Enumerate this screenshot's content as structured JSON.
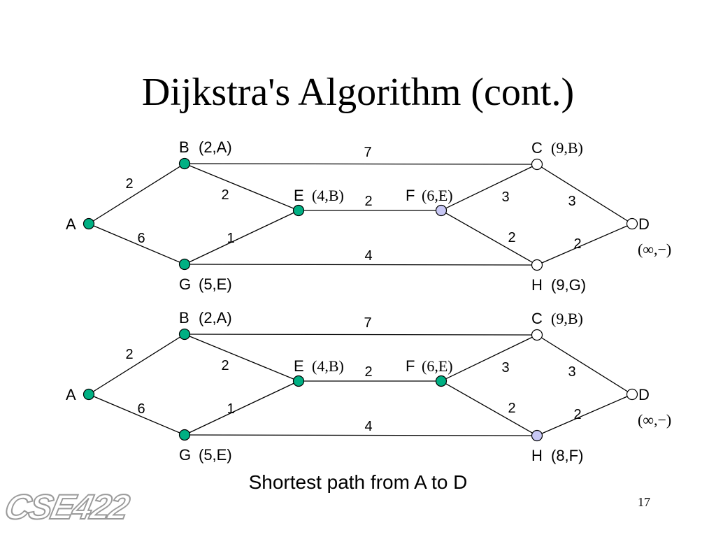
{
  "slide": {
    "title": "Dijkstra's Algorithm (cont.)",
    "caption": "Shortest path from A to D",
    "page_number": "17",
    "logo_text": "CSE422"
  },
  "colors": {
    "visited": "#00b083",
    "current": "#c8c8f5",
    "unvisited": "#ffffff",
    "edge": "#000000"
  },
  "graphs": [
    {
      "nodes": [
        {
          "id": "A",
          "name": "A",
          "tuple": "",
          "state": "visited"
        },
        {
          "id": "B",
          "name": "B",
          "tuple": "(2,A)",
          "state": "visited"
        },
        {
          "id": "C",
          "name": "C",
          "tuple": "(9,B)",
          "state": "unvisited"
        },
        {
          "id": "D",
          "name": "D",
          "tuple": "(∞,−)",
          "state": "unvisited"
        },
        {
          "id": "E",
          "name": "E",
          "tuple": "(4,B)",
          "state": "visited"
        },
        {
          "id": "F",
          "name": "F",
          "tuple": "(6,E)",
          "state": "current"
        },
        {
          "id": "G",
          "name": "G",
          "tuple": "(5,E)",
          "state": "visited"
        },
        {
          "id": "H",
          "name": "H",
          "tuple": "(9,G)",
          "state": "unvisited"
        }
      ],
      "edges": [
        {
          "from": "A",
          "to": "B",
          "weight": "2"
        },
        {
          "from": "A",
          "to": "G",
          "weight": "6"
        },
        {
          "from": "B",
          "to": "C",
          "weight": "7"
        },
        {
          "from": "B",
          "to": "E",
          "weight": "2"
        },
        {
          "from": "G",
          "to": "E",
          "weight": "1"
        },
        {
          "from": "E",
          "to": "F",
          "weight": "2"
        },
        {
          "from": "G",
          "to": "H",
          "weight": "4"
        },
        {
          "from": "F",
          "to": "C",
          "weight": "3"
        },
        {
          "from": "F",
          "to": "H",
          "weight": "2"
        },
        {
          "from": "C",
          "to": "D",
          "weight": "3"
        },
        {
          "from": "H",
          "to": "D",
          "weight": "2"
        }
      ]
    },
    {
      "nodes": [
        {
          "id": "A",
          "name": "A",
          "tuple": "",
          "state": "visited"
        },
        {
          "id": "B",
          "name": "B",
          "tuple": "(2,A)",
          "state": "visited"
        },
        {
          "id": "C",
          "name": "C",
          "tuple": "(9,B)",
          "state": "unvisited"
        },
        {
          "id": "D",
          "name": "D",
          "tuple": "(∞,−)",
          "state": "unvisited"
        },
        {
          "id": "E",
          "name": "E",
          "tuple": "(4,B)",
          "state": "visited"
        },
        {
          "id": "F",
          "name": "F",
          "tuple": "(6,E)",
          "state": "visited"
        },
        {
          "id": "G",
          "name": "G",
          "tuple": "(5,E)",
          "state": "visited"
        },
        {
          "id": "H",
          "name": "H",
          "tuple": "(8,F)",
          "state": "current"
        }
      ],
      "edges": [
        {
          "from": "A",
          "to": "B",
          "weight": "2"
        },
        {
          "from": "A",
          "to": "G",
          "weight": "6"
        },
        {
          "from": "B",
          "to": "C",
          "weight": "7"
        },
        {
          "from": "B",
          "to": "E",
          "weight": "2"
        },
        {
          "from": "G",
          "to": "E",
          "weight": "1"
        },
        {
          "from": "E",
          "to": "F",
          "weight": "2"
        },
        {
          "from": "G",
          "to": "H",
          "weight": "4"
        },
        {
          "from": "F",
          "to": "C",
          "weight": "3"
        },
        {
          "from": "F",
          "to": "H",
          "weight": "2"
        },
        {
          "from": "C",
          "to": "D",
          "weight": "3"
        },
        {
          "from": "H",
          "to": "D",
          "weight": "2"
        }
      ]
    }
  ]
}
